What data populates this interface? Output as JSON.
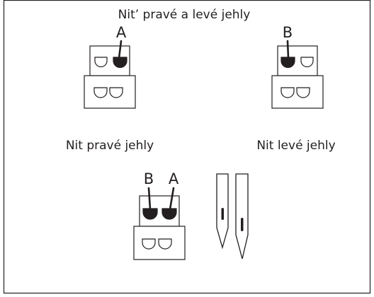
{
  "title": "Nit’ pravé a levé jehly",
  "panels": [
    {
      "caption": "Nit pravé jehly",
      "thread_labels": [
        "A"
      ],
      "threaded": "right"
    },
    {
      "caption": "Nit levé jehly",
      "thread_labels": [
        "B"
      ],
      "threaded": "left"
    },
    {
      "caption": "",
      "thread_labels": [
        "B",
        "A"
      ],
      "threaded": "both"
    }
  ],
  "colors": {
    "ink": "#231f20",
    "background": "#ffffff"
  },
  "icons": [
    "thread-guide-icon",
    "needle-icon"
  ]
}
